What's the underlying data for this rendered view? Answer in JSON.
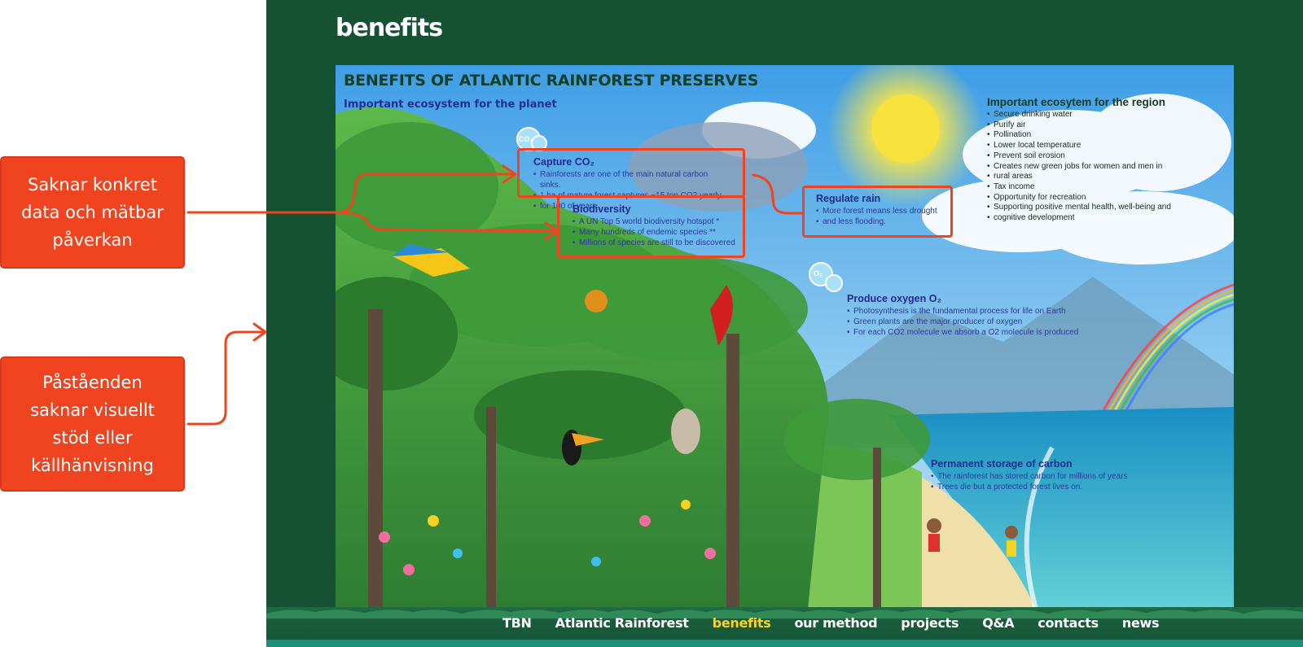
{
  "annotations": {
    "callout_1": [
      "Saknar konkret",
      "data och mätbar",
      "påverkan"
    ],
    "callout_2": [
      "Påståenden",
      "saknar visuellt",
      "stöd eller",
      "källhänvisning"
    ]
  },
  "site": {
    "title": "benefits",
    "nav": {
      "items": [
        {
          "label": "TBN",
          "active": false
        },
        {
          "label": "Atlantic Rainforest",
          "active": false
        },
        {
          "label": "benefits",
          "active": true
        },
        {
          "label": "our method",
          "active": false
        },
        {
          "label": "projects",
          "active": false
        },
        {
          "label": "Q&A",
          "active": false
        },
        {
          "label": "contacts",
          "active": false
        },
        {
          "label": "news",
          "active": false
        }
      ]
    }
  },
  "infographic": {
    "title": "BENEFITS OF ATLANTIC RAINFOREST PRESERVES",
    "subtitle": "Important ecosystem for the planet",
    "co2_bubble": "CO₂",
    "o2_bubble": "O₂",
    "capture": {
      "heading": "Capture CO₂",
      "items": [
        "Rainforests are one of the main natural carbon sinks.",
        "1 ha of mature forest captures ~15 ton CO2 yearly,",
        "for 100 of years"
      ]
    },
    "biodiversity": {
      "heading": "Biodiversity",
      "items": [
        "A UN Top 5 world biodiversity hotspot *",
        "Many hundreds of endemic species **",
        "Millions of species are still to be discovered"
      ]
    },
    "rain": {
      "heading": "Regulate rain",
      "items": [
        "More forest means less drought",
        "and less flooding."
      ]
    },
    "region": {
      "heading": "Important ecosytem for the region",
      "items": [
        "Secure drinking water",
        "Purify air",
        "Pollination",
        "Lower local temperature",
        "Prevent soil erosion",
        "Creates new green jobs for women and men in",
        "rural areas",
        "Tax income",
        "Opportunity for recreation",
        "Supporting positive mental health, well-being and",
        "cognitive development"
      ]
    },
    "oxygen": {
      "heading": "Produce oxygen O₂",
      "items": [
        "Photosynthesis is the fundamental process for life on Earth",
        "Green plants are the major producer of oxygen",
        "For each CO2 molecule we absorb a O2 molecule is produced"
      ]
    },
    "storage": {
      "heading": "Permanent storage of carbon",
      "items": [
        "The rainforest has stored carbon for millions of years",
        "Trees die but a protected forest lives on."
      ]
    }
  },
  "colors": {
    "site_bg": "#145233",
    "annotation": "#f0431f",
    "nav_active": "#f5d327"
  }
}
